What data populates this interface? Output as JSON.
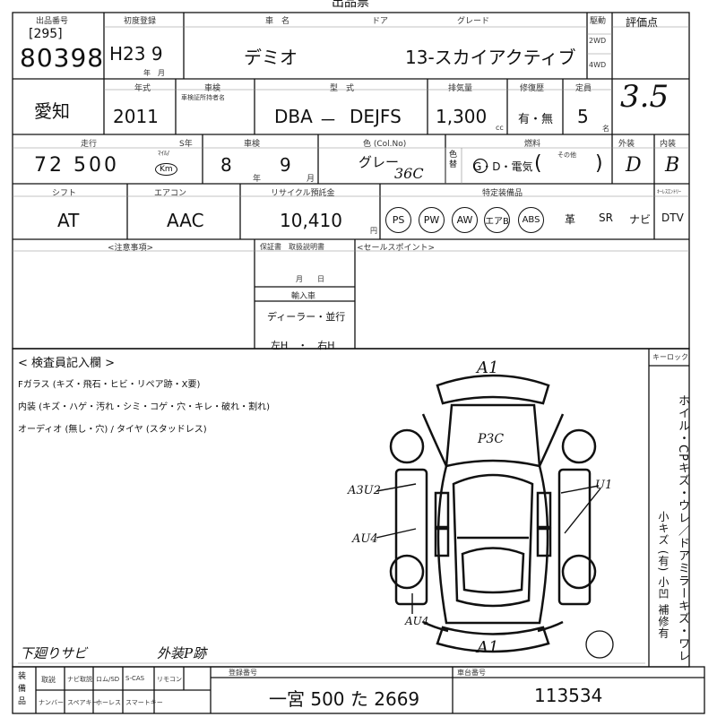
{
  "header": {
    "lot_label": "出品番号",
    "lot_prefix": "[295]",
    "lot_number": "80398",
    "first_reg_label": "初度登録",
    "first_reg": "H23 9",
    "year_month_unit": "年　月",
    "car_name_label": "車　名",
    "car_name": "デミオ",
    "door_label": "ドア",
    "grade_label": "グレード",
    "grade": "13-スカイアクティブ",
    "drive_label": "駆動",
    "drive_2wd": "2WD",
    "drive_4wd": "4WD",
    "score_label": "評価点",
    "score": "3.5"
  },
  "row2": {
    "region": "愛知",
    "model_year_label": "年式",
    "model_year": "2011",
    "inspection_label": "車検",
    "inspection_sub": "車検証所持者名",
    "type_label": "型　式",
    "type_prefix": "DBA",
    "type_dash": "－",
    "type_code": "DEJFS",
    "displacement_label": "排気量",
    "displacement": "1,300",
    "displacement_unit": "cc",
    "repair_label": "修復歴",
    "repair": "有・無",
    "capacity_label": "定員",
    "capacity": "5",
    "capacity_unit": "名"
  },
  "row3": {
    "mileage_label": "走行",
    "mileage_unit_small": "ﾏｲﾙ/",
    "mileage": "72 500",
    "mileage_unit": "Km",
    "s_label": "S年",
    "shaken_label": "車検",
    "shaken_year": "8",
    "shaken_month": "9",
    "year_unit": "年",
    "month_unit": "月",
    "color_label": "色 (Col.No)",
    "color": "グレー",
    "color_no": "36C",
    "color_change_label": "色替",
    "fuel_label": "燃料",
    "fuel_options": "G・D・電気",
    "fuel_other_label": "その他",
    "exterior_label": "外装",
    "exterior": "D",
    "interior_label": "内装",
    "interior": "B"
  },
  "row4": {
    "shift_label": "シフト",
    "shift": "AT",
    "ac_label": "エアコン",
    "ac": "AAC",
    "recycle_label": "リサイクル預託金",
    "recycle": "10,410",
    "recycle_unit": "円",
    "equipment_label": "特定装備品",
    "equipment": [
      "PS",
      "PW",
      "AW",
      "エアB",
      "ABS"
    ],
    "equipment_plain": [
      "革",
      "SR",
      "ナビ",
      "DTV"
    ],
    "keyless_label": "ｷｰﾚｽｴﾝﾄﾘｰ"
  },
  "notes": {
    "caution_label": "<注意事項>",
    "warranty_label": "保証書　取扱説明書",
    "month_day": "月　　日",
    "import_label": "輸入車",
    "dealer": "ディーラー・並行",
    "steering": "左H　・　右H",
    "sales_point_label": "<セールスポイント>"
  },
  "inspector": {
    "title": "< 検査員記入欄 >",
    "line1": "Fガラス (キズ・飛石・ヒビ・リペア跡・X要)",
    "line2": "内装 (キズ・ハゲ・汚れ・シミ・コゲ・穴・キレ・破れ・割れ)",
    "line3": "オーディオ (無し・穴) / タイヤ (スタッドレス)",
    "keylock_label": "キーロック",
    "side_note": "ホイル・CPキズ・ウレ／ドアミラーキズ・ワレ",
    "side_note2": "小キズ (有) 小凹 補修有",
    "bottom_note1": "下廻りサビ",
    "bottom_note2": "外装P跡"
  },
  "diagram_marks": {
    "front": "A1",
    "rear": "A1",
    "roof": "P3C",
    "left_upper": "A3U2",
    "left_lower": "AU4",
    "left_rear": "AU4",
    "right_side": "U1"
  },
  "footer": {
    "equip_row1": [
      "取説",
      "ナビ取説",
      "ロム/SD",
      "S-CAS",
      "リモコン"
    ],
    "equip_row2": [
      "ナンバー",
      "スペアキー",
      "ホーレス",
      "スマートキー"
    ],
    "side_label": "装備品",
    "plate_label": "登録番号",
    "plate": "一宮 500 た 2669",
    "chassis_label": "車台番号",
    "chassis": "113534"
  },
  "top_title": "出品票"
}
